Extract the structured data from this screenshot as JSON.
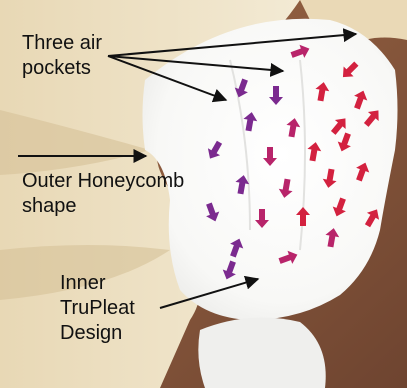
{
  "labels": {
    "air_pockets": [
      "Three air",
      "pockets"
    ],
    "honeycomb": [
      "Outer Honeycomb",
      "shape"
    ],
    "trupleat": [
      "Inner",
      "TruPleat",
      "Design"
    ]
  },
  "colors": {
    "cream_fabric": "#e9dcc0",
    "cream_shadow": "#c9b48e",
    "white_pleat": "#ffffff",
    "brown_background": "#8a5a3c",
    "annotation": "#111111",
    "airflow_red": "#d3213f",
    "airflow_magenta": "#b8246a",
    "airflow_purple": "#7b2a8f"
  },
  "airflow_arrow_count": 27
}
